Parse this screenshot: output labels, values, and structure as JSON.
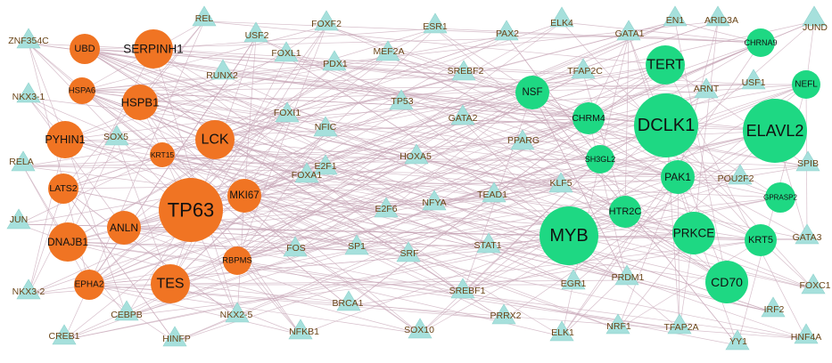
{
  "colors": {
    "up_gene": "#f07423",
    "down_gene": "#1ed883",
    "tf": "#a6e0dc",
    "edge": "#c9a9b9"
  },
  "up_genes": [
    {
      "label": "UBD"
    },
    {
      "label": "SERPINH1"
    },
    {
      "label": "HSPA6"
    },
    {
      "label": "HSPB1"
    },
    {
      "label": "PYHIN1"
    },
    {
      "label": "LCK"
    },
    {
      "label": "KRT15"
    },
    {
      "label": "LATS2"
    },
    {
      "label": "TP63"
    },
    {
      "label": "MKI67"
    },
    {
      "label": "ANLN"
    },
    {
      "label": "DNAJB1"
    },
    {
      "label": "RBPMS"
    },
    {
      "label": "EPHA2"
    },
    {
      "label": "TES"
    }
  ],
  "down_genes": [
    {
      "label": "TERT"
    },
    {
      "label": "CHRNA9"
    },
    {
      "label": "NSF"
    },
    {
      "label": "NEFL"
    },
    {
      "label": "CHRM4"
    },
    {
      "label": "DCLK1"
    },
    {
      "label": "ELAVL2"
    },
    {
      "label": "SH3GL2"
    },
    {
      "label": "PAK1"
    },
    {
      "label": "GPRASP2"
    },
    {
      "label": "HTR2C"
    },
    {
      "label": "MYB"
    },
    {
      "label": "PRKCE"
    },
    {
      "label": "KRT5"
    },
    {
      "label": "CD70"
    }
  ],
  "tfs": [
    {
      "label": "REL"
    },
    {
      "label": "FOXF2"
    },
    {
      "label": "ESR1"
    },
    {
      "label": "ELK4"
    },
    {
      "label": "EN1"
    },
    {
      "label": "ARID3A"
    },
    {
      "label": "JUND"
    },
    {
      "label": "ZNF354C"
    },
    {
      "label": "USF2"
    },
    {
      "label": "PAX2"
    },
    {
      "label": "GATA1"
    },
    {
      "label": "MEF2A"
    },
    {
      "label": "PDX1"
    },
    {
      "label": "FOXL1"
    },
    {
      "label": "RUNX2"
    },
    {
      "label": "SREBF2"
    },
    {
      "label": "TFAP2C"
    },
    {
      "label": "NKX3-1"
    },
    {
      "label": "USF1"
    },
    {
      "label": "ARNT"
    },
    {
      "label": "TP53"
    },
    {
      "label": "FOXI1"
    },
    {
      "label": "NFIC"
    },
    {
      "label": "GATA2"
    },
    {
      "label": "PPARG"
    },
    {
      "label": "RELA"
    },
    {
      "label": "SOX5"
    },
    {
      "label": "E2F1"
    },
    {
      "label": "HOXA5"
    },
    {
      "label": "FOXA1"
    },
    {
      "label": "POU2F2"
    },
    {
      "label": "SPIB"
    },
    {
      "label": "KLF5"
    },
    {
      "label": "TEAD1"
    },
    {
      "label": "JUN"
    },
    {
      "label": "E2F6"
    },
    {
      "label": "NFYA"
    },
    {
      "label": "GATA3"
    },
    {
      "label": "FOS"
    },
    {
      "label": "SP1"
    },
    {
      "label": "SRF"
    },
    {
      "label": "STAT1"
    },
    {
      "label": "NKX3-2"
    },
    {
      "label": "PRDM1"
    },
    {
      "label": "EGR1"
    },
    {
      "label": "FOXC1"
    },
    {
      "label": "SREBF1"
    },
    {
      "label": "CEBPB"
    },
    {
      "label": "NKX2-5"
    },
    {
      "label": "BRCA1"
    },
    {
      "label": "IRF2"
    },
    {
      "label": "CREB1"
    },
    {
      "label": "HINFP"
    },
    {
      "label": "NFKB1"
    },
    {
      "label": "SOX10"
    },
    {
      "label": "PRRX2"
    },
    {
      "label": "ELK1"
    },
    {
      "label": "NRF1"
    },
    {
      "label": "TFAP2A"
    },
    {
      "label": "YY1"
    },
    {
      "label": "HNF4A"
    }
  ]
}
